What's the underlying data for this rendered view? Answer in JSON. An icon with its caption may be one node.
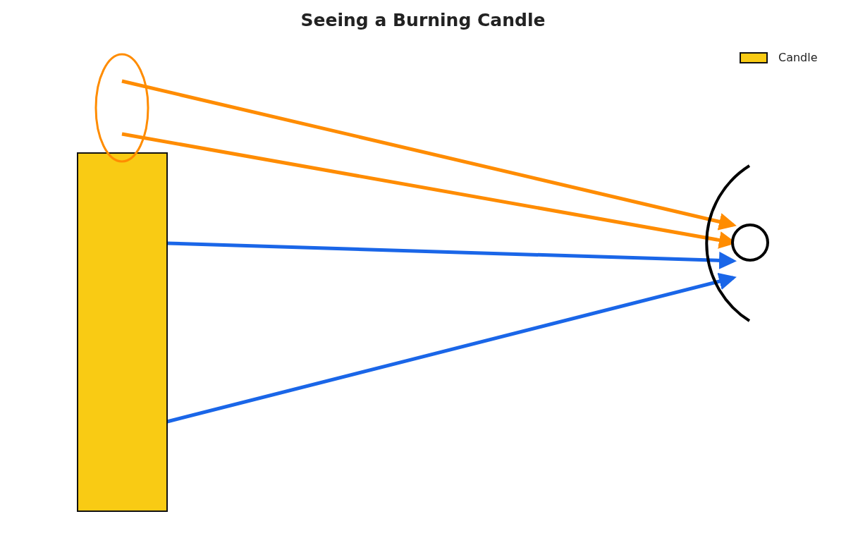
{
  "diagram": {
    "title": "Seeing a Burning Candle",
    "nodes": [
      {
        "text": [],
        "shape": "ellipse"
      },
      {
        "text": [],
        "shape": "bar"
      },
      {
        "text": [],
        "shape": "picture"
      }
    ],
    "edges": [
      {
        "from": 0,
        "to": 2,
        "arrow": "to",
        "color": "#ff8c00"
      },
      {
        "from": 0,
        "to": 2,
        "arrow": "to",
        "color": "#ff8c00"
      },
      {
        "from": 1,
        "to": 2,
        "arrow": "to",
        "color": "#1a66e8"
      },
      {
        "from": 1,
        "to": 2,
        "arrow": "to",
        "color": "#1a66e8"
      }
    ],
    "legend": [
      {
        "text": "Candle",
        "color": "#f9cb14"
      }
    ]
  }
}
